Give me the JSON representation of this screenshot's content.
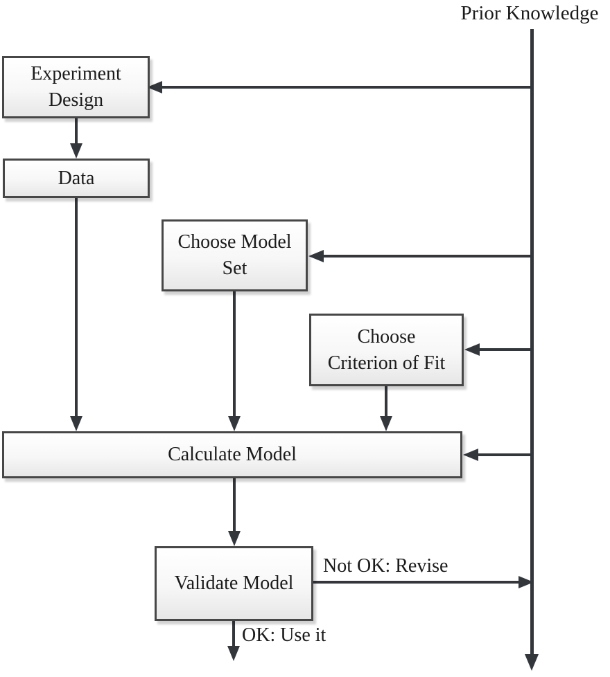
{
  "diagram": {
    "type": "flowchart",
    "source_label": "Prior Knowledge",
    "nodes": [
      {
        "id": "experiment-design",
        "label": "Experiment\nDesign"
      },
      {
        "id": "data",
        "label": "Data"
      },
      {
        "id": "choose-model-set",
        "label": "Choose Model\nSet"
      },
      {
        "id": "choose-criterion-of-fit",
        "label": "Choose\nCriterion of Fit"
      },
      {
        "id": "calculate-model",
        "label": "Calculate Model"
      },
      {
        "id": "validate-model",
        "label": "Validate Model"
      }
    ],
    "edge_labels": {
      "not_ok": "Not OK: Revise",
      "ok": "OK: Use it"
    },
    "edges": [
      {
        "from": "prior-knowledge",
        "to": "experiment-design"
      },
      {
        "from": "prior-knowledge",
        "to": "choose-model-set"
      },
      {
        "from": "prior-knowledge",
        "to": "choose-criterion-of-fit"
      },
      {
        "from": "prior-knowledge",
        "to": "calculate-model"
      },
      {
        "from": "experiment-design",
        "to": "data"
      },
      {
        "from": "data",
        "to": "calculate-model"
      },
      {
        "from": "choose-model-set",
        "to": "calculate-model"
      },
      {
        "from": "choose-criterion-of-fit",
        "to": "calculate-model"
      },
      {
        "from": "calculate-model",
        "to": "validate-model"
      },
      {
        "from": "validate-model",
        "to": "prior-knowledge",
        "label": "Not OK: Revise"
      },
      {
        "from": "validate-model",
        "to": "exit",
        "label": "OK: Use it"
      }
    ],
    "colors": {
      "line": "#33373c",
      "box_border": "#474747",
      "box_fill_top": "#ffffff",
      "box_fill_bottom": "#e7e7e7",
      "text": "#1b1b1b",
      "background": "#ffffff"
    }
  }
}
